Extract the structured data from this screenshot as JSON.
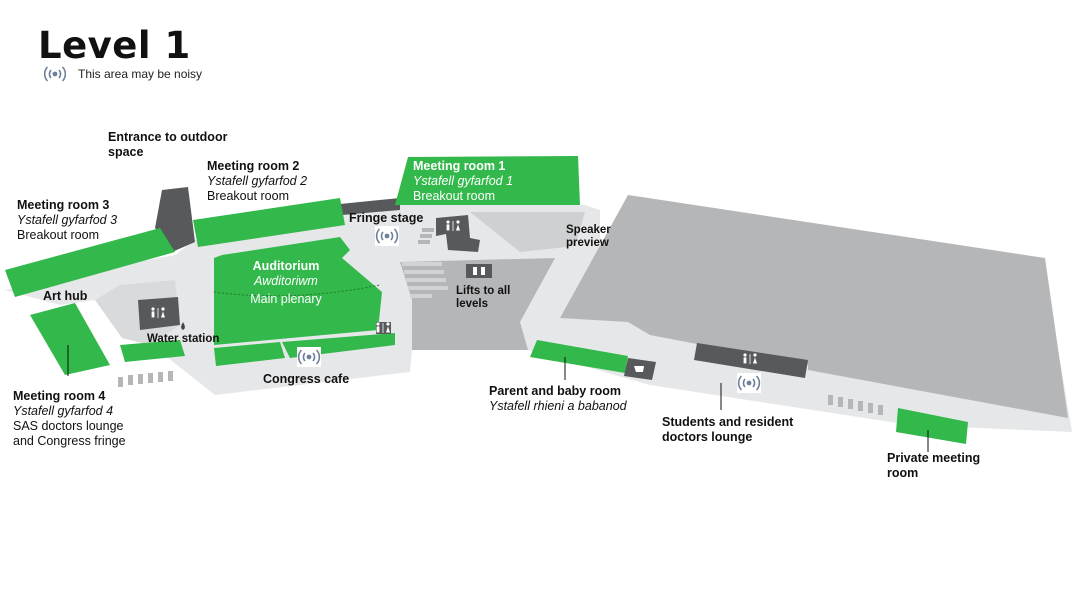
{
  "title": "Level 1",
  "legend": {
    "icon": "noise-icon",
    "label": "This area may be noisy"
  },
  "colors": {
    "room_green": "#33b84b",
    "floor_light": "#e6e7e8",
    "floor_mid": "#b5b6b8",
    "core_dark": "#58595b",
    "background": "#ffffff"
  },
  "labels": {
    "entrance_outdoor": {
      "line1": "Entrance to outdoor",
      "line2": "space"
    },
    "meeting_room_2": {
      "name": "Meeting room 2",
      "welsh": "Ystafell gyfarfod 2",
      "use": "Breakout room"
    },
    "meeting_room_1": {
      "name": "Meeting room 1",
      "welsh": "Ystafell gyfarfod 1",
      "use": "Breakout room"
    },
    "meeting_room_3": {
      "name": "Meeting room 3",
      "welsh": "Ystafell gyfarfod 3",
      "use": "Breakout room"
    },
    "fringe_stage": "Fringe stage",
    "speaker_preview": {
      "line1": "Speaker",
      "line2": "preview"
    },
    "auditorium": {
      "name": "Auditorium",
      "welsh": "Awditoriwm",
      "use": "Main plenary"
    },
    "art_hub": "Art hub",
    "lifts": {
      "line1": "Lifts to all",
      "line2": "levels"
    },
    "water_station": "Water station",
    "congress_cafe": "Congress cafe",
    "meeting_room_4": {
      "name": "Meeting room 4",
      "welsh": "Ystafell gyfarfod 4",
      "use1": "SAS doctors lounge",
      "use2": "and Congress fringe"
    },
    "parent_baby": {
      "name": "Parent and baby room",
      "welsh": "Ystafell rhieni a babanod"
    },
    "students_lounge": {
      "line1": "Students and resident",
      "line2": "doctors lounge"
    },
    "private_meeting": {
      "line1": "Private meeting",
      "line2": "room"
    }
  }
}
